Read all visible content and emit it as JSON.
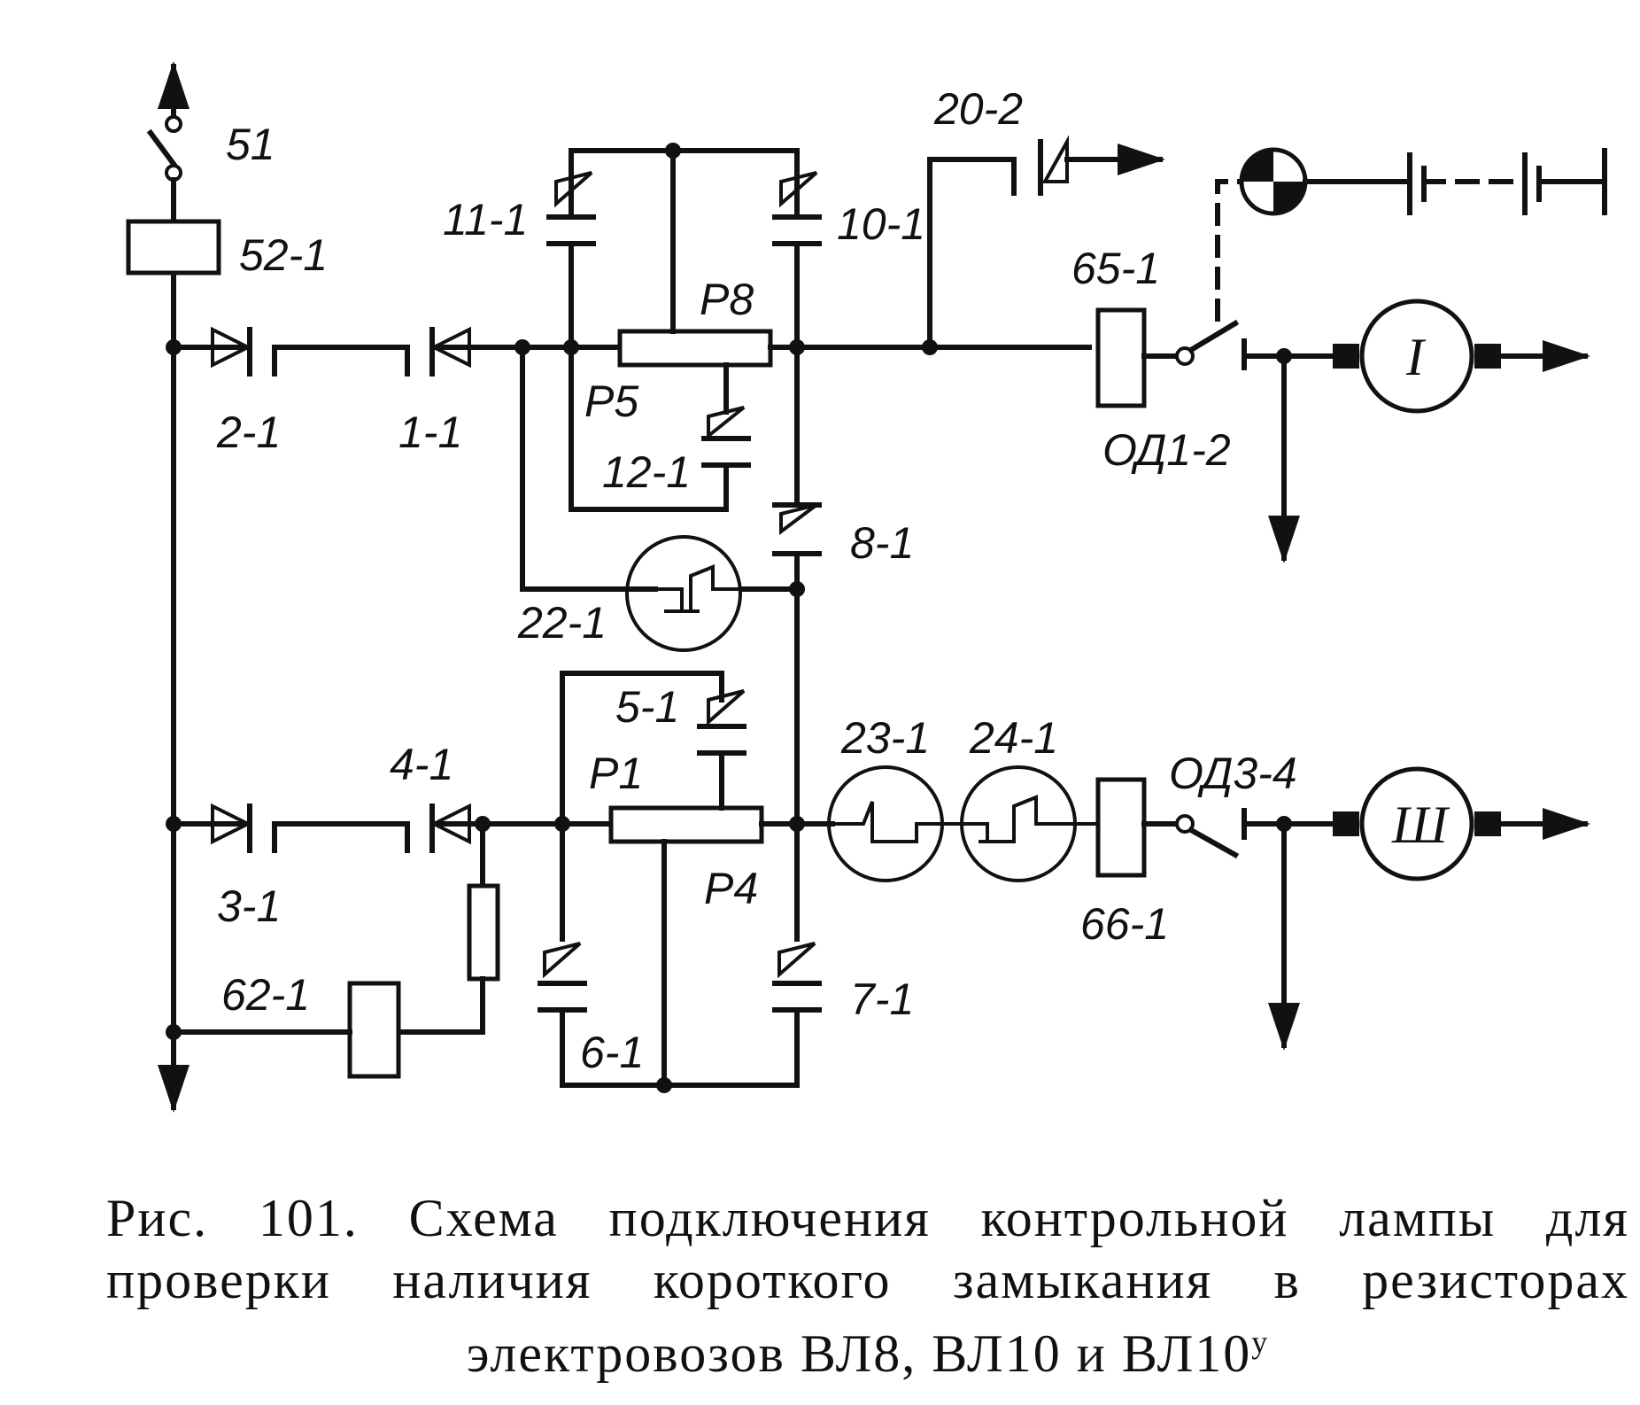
{
  "labels": {
    "l51": "51",
    "l52_1": "52-1",
    "l2_1": "2-1",
    "l1_1": "1-1",
    "l11_1": "11-1",
    "l10_1": "10-1",
    "lP8": "Р8",
    "lP5": "Р5",
    "l12_1": "12-1",
    "l20_2": "20-2",
    "l65_1": "65-1",
    "lOD1_2": "ОД1-2",
    "l8_1": "8-1",
    "l22_1": "22-1",
    "l5_1": "5-1",
    "lP1": "Р1",
    "l4_1": "4-1",
    "l23_1": "23-1",
    "l24_1": "24-1",
    "lOD3_4": "ОД3-4",
    "l3_1": "3-1",
    "lP4": "Р4",
    "l66_1": "66-1",
    "l62_1": "62-1",
    "l6_1": "6-1",
    "l7_1": "7-1",
    "motor_I": "I",
    "motor_III": "Ш"
  },
  "caption": {
    "text": "Рис. 101. Схема подключения контрольной лампы для проверки наличия короткого замыкания в резисторах электровозов ВЛ8, ВЛ10 и ВЛ10",
    "sup": "у"
  }
}
